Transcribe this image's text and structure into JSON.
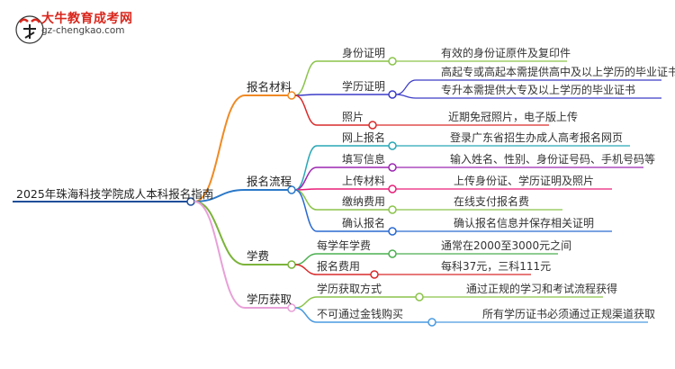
{
  "brand": {
    "name": "大牛教育成考网",
    "url": "gz-chengkao.com",
    "mark_text": "大牛"
  },
  "colors": {
    "root": "#1f4e9a",
    "cat_materials": "#f08a24",
    "cat_process": "#2a78c8",
    "cat_fees": "#7bb33a",
    "cat_degree": "#e8a0d8",
    "p_idcard": "#8bc34a",
    "p_edu": "#3c3cc8",
    "p_photo": "#d92a2a",
    "p_online": "#28a7b6",
    "p_fill": "#9c27b0",
    "p_upload": "#e91e78",
    "p_pay": "#8bc34a",
    "p_confirm": "#2a6ad0",
    "p_yearfee": "#4caf50",
    "p_regfee": "#d92a2a",
    "p_acquire": "#8bc34a",
    "p_nobuy": "#4a9ae0"
  },
  "root": {
    "label": "2025年珠海科技学院成人本科报名指南"
  },
  "categories": [
    {
      "label": "报名材料",
      "items": [
        {
          "label": "身份证明",
          "details": [
            "有效的身份证原件及复印件"
          ]
        },
        {
          "label": "学历证明",
          "details": [
            "高起专或高起本需提供高中及以上学历的毕业证书",
            "专升本需提供大专及以上学历的毕业证书"
          ]
        },
        {
          "label": "照片",
          "details": [
            "近期免冠照片，电子版上传"
          ]
        }
      ]
    },
    {
      "label": "报名流程",
      "items": [
        {
          "label": "网上报名",
          "details": [
            "登录广东省招生办成人高考报名网页"
          ]
        },
        {
          "label": "填写信息",
          "details": [
            "输入姓名、性别、身份证号码、手机号码等"
          ]
        },
        {
          "label": "上传材料",
          "details": [
            "上传身份证、学历证明及照片"
          ]
        },
        {
          "label": "缴纳费用",
          "details": [
            "在线支付报名费"
          ]
        },
        {
          "label": "确认报名",
          "details": [
            "确认报名信息并保存相关证明"
          ]
        }
      ]
    },
    {
      "label": "学费",
      "items": [
        {
          "label": "每学年学费",
          "details": [
            "通常在2000至3000元之间"
          ]
        },
        {
          "label": "报名费用",
          "details": [
            "每科37元，三科111元"
          ]
        }
      ]
    },
    {
      "label": "学历获取",
      "items": [
        {
          "label": "学历获取方式",
          "details": [
            "通过正规的学习和考试流程获得"
          ]
        },
        {
          "label": "不可通过金钱购买",
          "details": [
            "所有学历证书必须通过正规渠道获取"
          ]
        }
      ]
    }
  ]
}
